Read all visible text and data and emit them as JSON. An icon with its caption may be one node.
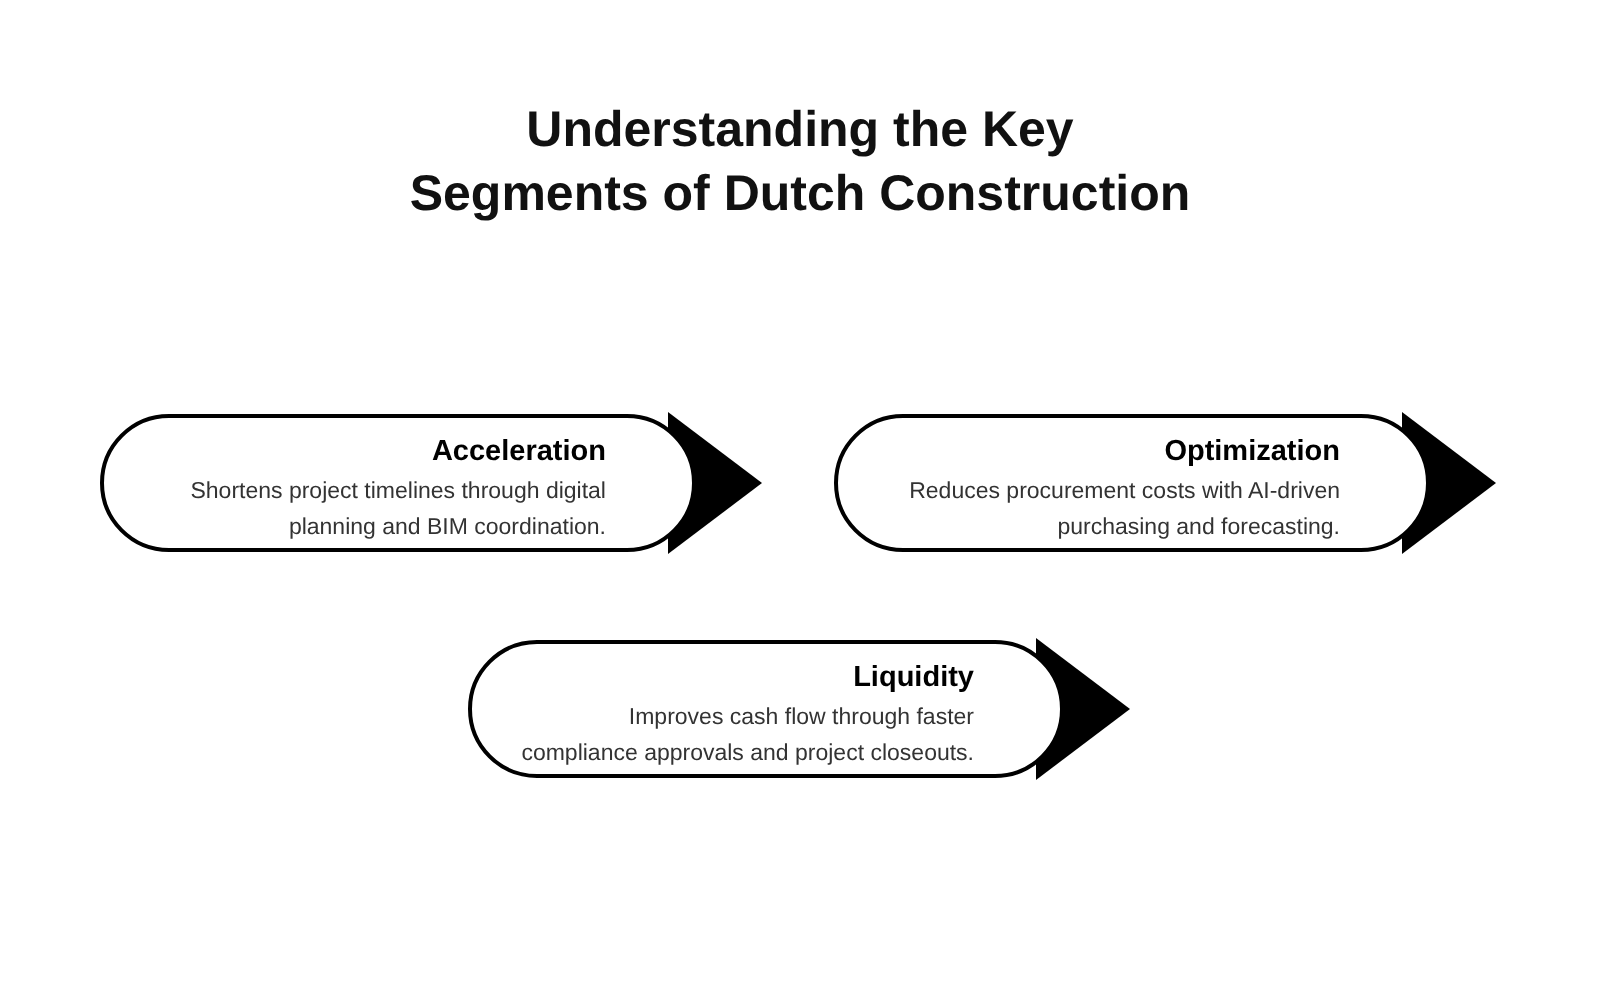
{
  "diagram": {
    "title": "Understanding the Key Segments of Dutch Construction",
    "nodes": [
      {
        "text": [
          "Acceleration",
          "Shortens project timelines through digital planning and BIM coordination."
        ]
      },
      {
        "text": [
          "Optimization",
          "Reduces procurement costs with AI-driven purchasing and forecasting."
        ]
      },
      {
        "text": [
          "Liquidity",
          "Improves cash flow through faster compliance approvals and project closeouts."
        ]
      }
    ]
  }
}
